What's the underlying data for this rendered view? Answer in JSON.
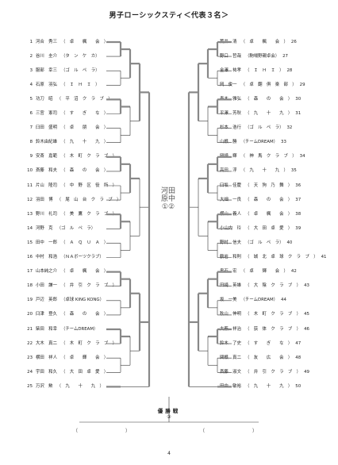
{
  "title": "男子ローシックスティ＜代表３名＞",
  "left_players": [
    {
      "num": "1",
      "name": "河合　秀三",
      "aff": "（　卓　　楓　　会　）"
    },
    {
      "num": "2",
      "name": "谷川　圭介",
      "aff": "（タ　ン　ケ　カ）"
    },
    {
      "num": "3",
      "name": "服部　幸三",
      "aff": "（ゴ　ル　ペ　ラ）"
    },
    {
      "num": "4",
      "name": "石原　羽弘",
      "aff": "（　Ｉ　Ｈ　Ｉ　）"
    },
    {
      "num": "5",
      "name": "功刀　昭",
      "aff": "（　平　沼　ク　ラ　ブ　）"
    },
    {
      "num": "6",
      "name": "三宮　憲司",
      "aff": "（　す　　ぎ　　な　）"
    },
    {
      "num": "7",
      "name": "臼田　盛明",
      "aff": "（　卓　　朋　　会　）"
    },
    {
      "num": "8",
      "name": "鈴木由紀雄",
      "aff": "（　九　　十　　九　）"
    },
    {
      "num": "9",
      "name": "安斎　嘉範",
      "aff": "（　木　町　ク　ラ　ブ　）"
    },
    {
      "num": "10",
      "name": "斎藤　和夫",
      "aff": "（　森　　の　　会　）"
    },
    {
      "num": "11",
      "name": "片山　隆司",
      "aff": "（　中　野　区　役　所　）"
    },
    {
      "num": "12",
      "name": "羽田　博",
      "aff": "（　尾　山　台　ク　ラ　ブ　）"
    },
    {
      "num": "13",
      "name": "野川　礼司",
      "aff": "（　美　鷹　ク　ラ　ブ　）"
    },
    {
      "num": "14",
      "name": "河野　克",
      "aff": "（ゴ　ル　ペ　ラ）"
    },
    {
      "num": "15",
      "name": "田中　一郎",
      "aff": "（　Ａ　Ｑ　Ｕ　Ａ　）"
    },
    {
      "num": "16",
      "name": "中村　和浩",
      "aff": "（ＮＡボーツクラブ）"
    },
    {
      "num": "17",
      "name": "山本純之介",
      "aff": "（　卓　　楓　　会　）"
    },
    {
      "num": "18",
      "name": "小田　謙一",
      "aff": "（　弁　引　ク　ラ　ブ　）"
    },
    {
      "num": "19",
      "name": "戸辺　英郎",
      "aff": "（卓球 KING KONG）"
    },
    {
      "num": "20",
      "name": "臼津　登久",
      "aff": "（　森　　の　　会　）"
    },
    {
      "num": "21",
      "name": "柴田　和幸",
      "aff": "（チームDREAM）"
    },
    {
      "num": "22",
      "name": "大木　真二",
      "aff": "（　木　町　ク　ラ　ブ　）"
    },
    {
      "num": "23",
      "name": "横田　祥人",
      "aff": "（　卓　　輝　　会　）"
    },
    {
      "num": "24",
      "name": "宇田　和久",
      "aff": "（　大　田　卓　愛　）"
    },
    {
      "num": "25",
      "name": "万沢　勲",
      "aff": "（　九　　十　　九　）"
    }
  ],
  "right_players": [
    {
      "num": "26",
      "name": "荒井　清",
      "aff": "（　卓　　楓　　会　）"
    },
    {
      "num": "27",
      "name": "野口　哲哉",
      "aff": "（駒場野親卓会）"
    },
    {
      "num": "28",
      "name": "金澤　祐孝",
      "aff": "（　Ｉ　Ｈ　Ｉ　）"
    },
    {
      "num": "29",
      "name": "岡　俊一",
      "aff": "（　卓　翻　俱　楽　部　）"
    },
    {
      "num": "30",
      "name": "青木　雅弘",
      "aff": "（　森　　の　　会　）"
    },
    {
      "num": "31",
      "name": "平澤　芳秋",
      "aff": "（　九　　十　　九　）"
    },
    {
      "num": "32",
      "name": "杉本　浩行",
      "aff": "（ゴ　ル　ペ　ラ）"
    },
    {
      "num": "33",
      "name": "山根　勝",
      "aff": "（チームDREAM）"
    },
    {
      "num": "34",
      "name": "岡崎　輝",
      "aff": "（　神　馬　ク　ラ　ブ　）"
    },
    {
      "num": "35",
      "name": "高田　浮",
      "aff": "（　九　　十　　九　）"
    },
    {
      "num": "36",
      "name": "臼坂　佳慶",
      "aff": "（　天　狗　乃　舞　）"
    },
    {
      "num": "37",
      "name": "大畑　一良",
      "aff": "（　森　　の　　会　）"
    },
    {
      "num": "38",
      "name": "横山　義人",
      "aff": "（　卓　　楓　　会　）"
    },
    {
      "num": "39",
      "name": "小山内　玲",
      "aff": "（　大　田　卓　愛　）"
    },
    {
      "num": "40",
      "name": "野村　信夫",
      "aff": "（ゴ　ル　ペ　ラ）"
    },
    {
      "num": "41",
      "name": "鶴岩　和則",
      "aff": "（　城　北　卓　球　ク　ラ　ブ　）"
    },
    {
      "num": "42",
      "name": "奥石　宏",
      "aff": "（　卓　　輝　　会　）"
    },
    {
      "num": "43",
      "name": "田崎　英雄",
      "aff": "（　大　陰　ク　ラ　ブ　）"
    },
    {
      "num": "44",
      "name": "坂　一美",
      "aff": "（チームDREAM）"
    },
    {
      "num": "45",
      "name": "秋山　伸明",
      "aff": "（　木　町　ク　ラ　ブ　）"
    },
    {
      "num": "46",
      "name": "大薮　祥治",
      "aff": "（　荻　体　ク　ラ　ブ　）"
    },
    {
      "num": "47",
      "name": "鈴木　了史",
      "aff": "（　す　　ぎ　　な　）"
    },
    {
      "num": "48",
      "name": "関根　真二",
      "aff": "（　友　　広　　会　）"
    },
    {
      "num": "49",
      "name": "斎藤　淑文",
      "aff": "（　弁　引　ク　ラ　ブ　）"
    },
    {
      "num": "50",
      "name": "田中　敏裕",
      "aff": "（　九　　十　　九　）"
    }
  ],
  "center_mark": {
    "line1": "河田",
    "line2": "原中",
    "line3": "①②"
  },
  "final": {
    "title": "優勝戦",
    "seed": "③",
    "left_slot": "（　　　　　　　　　　）",
    "right_slot": "（　　　　　　　　　　）"
  },
  "page_number": "4"
}
